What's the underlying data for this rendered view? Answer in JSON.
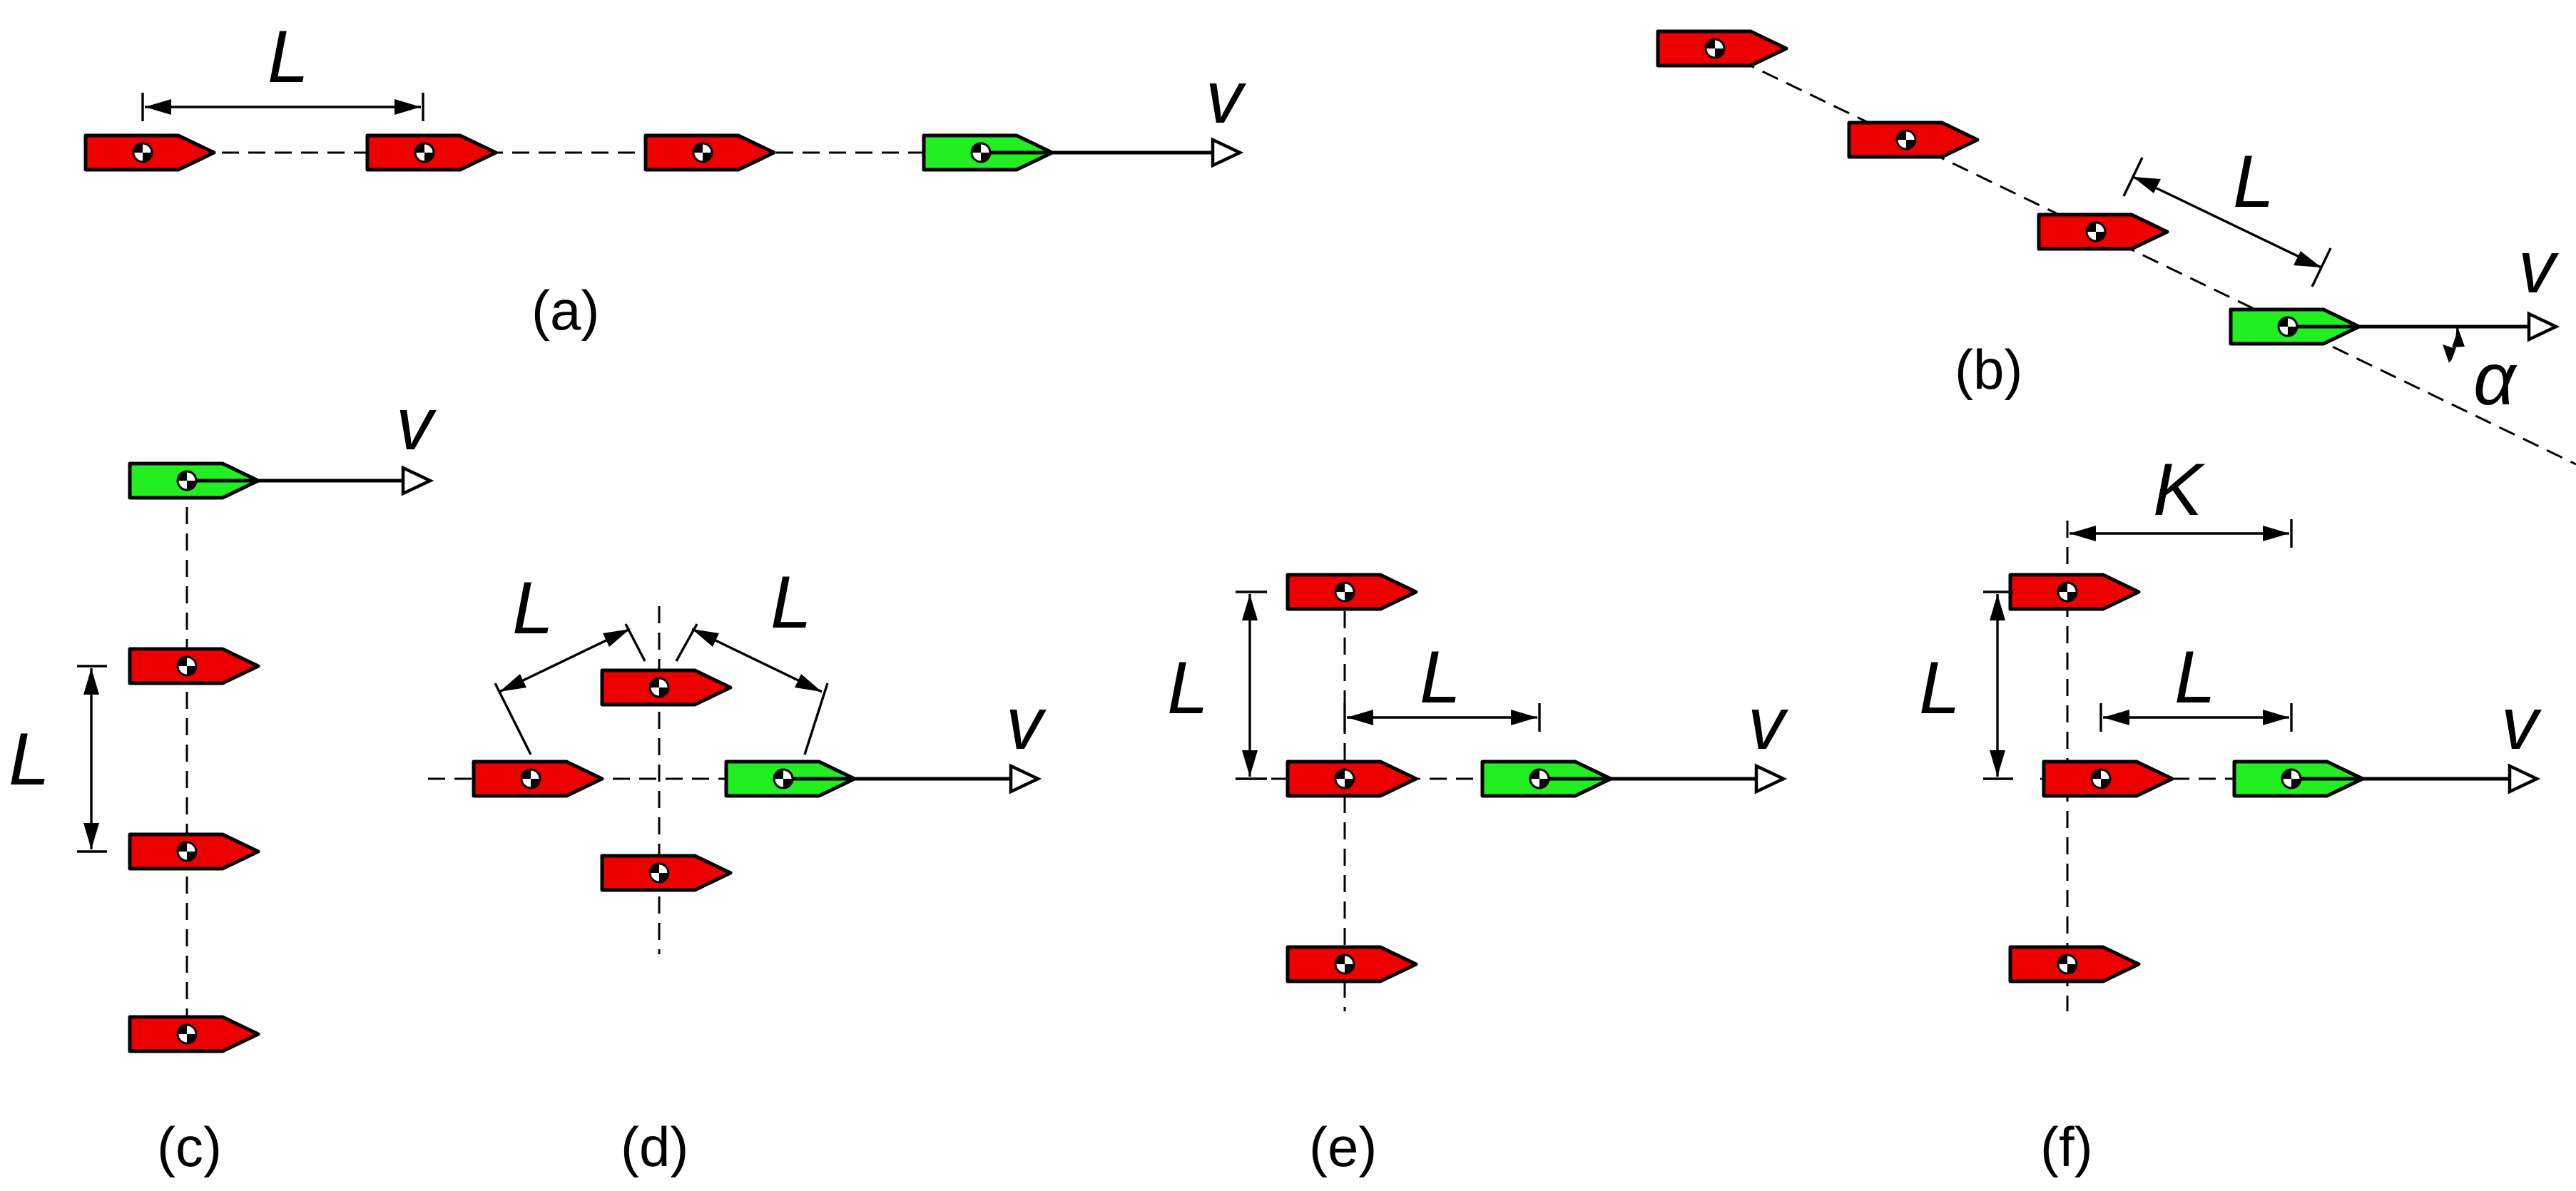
{
  "figure": {
    "panels": [
      {
        "id": "a",
        "caption": "(a)",
        "labels": {
          "dim": "L",
          "velocity": "v"
        }
      },
      {
        "id": "b",
        "caption": "(b)",
        "labels": {
          "dim": "L",
          "velocity": "v",
          "angle": "α"
        }
      },
      {
        "id": "c",
        "caption": "(c)",
        "labels": {
          "dim": "L",
          "velocity": "v"
        }
      },
      {
        "id": "d",
        "caption": "(d)",
        "labels": {
          "dim_left": "L",
          "dim_right": "L",
          "velocity": "v"
        }
      },
      {
        "id": "e",
        "caption": "(e)",
        "labels": {
          "dim_vertical": "L",
          "dim_horizontal": "L",
          "velocity": "v"
        }
      },
      {
        "id": "f",
        "caption": "(f)",
        "labels": {
          "dim_k": "K",
          "dim_vertical": "L",
          "dim_horizontal": "L",
          "velocity": "v"
        }
      }
    ],
    "colors": {
      "follower_ship": "#ee0000",
      "leader_ship": "#22ee22",
      "line": "#000000",
      "background": "#ffffff"
    }
  }
}
